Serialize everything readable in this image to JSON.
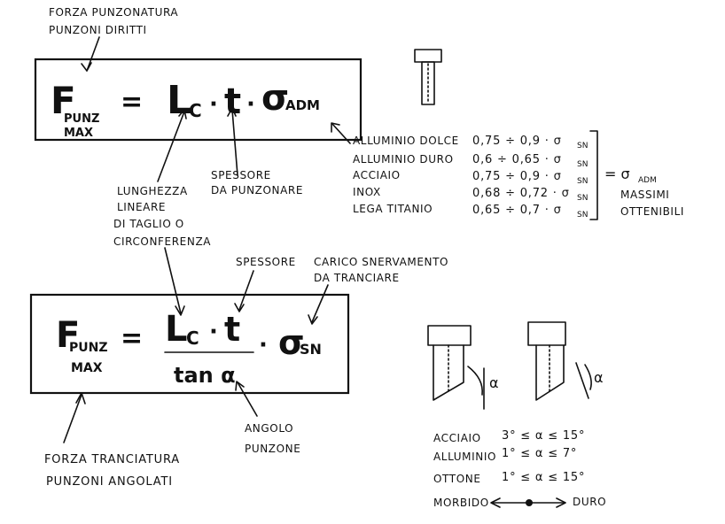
{
  "top": {
    "caption_line1": "FORZA PUNZONATURA",
    "caption_line2": "PUNZONI DIRITTI",
    "formula": {
      "F": "F",
      "F_sub1": "PUNZ",
      "F_sub2": "MAX",
      "eq": "=",
      "L": "L",
      "L_sub": "C",
      "dot": "·",
      "t": "t",
      "sigma": "σ",
      "sigma_sub": "ADM"
    },
    "label_thickness_line1": "SPESSORE",
    "label_thickness_line2": "DA PUNZONARE",
    "label_length_line1": "LUNGHEZZA",
    "label_length_line2": "LINEARE",
    "label_length_line3": "DI TAGLIO O",
    "label_length_line4": "CIRCONFERENZA"
  },
  "materials": {
    "rows": [
      {
        "name": "ALLUMINIO DOLCE",
        "value": "0,75 ÷ 0,9 · σ",
        "sub": "SN"
      },
      {
        "name": "ALLUMINIO DURO",
        "value": "0,6 ÷ 0,65 · σ",
        "sub": "SN"
      },
      {
        "name": "ACCIAIO",
        "value": "0,75 ÷ 0,9 · σ",
        "sub": "SN"
      },
      {
        "name": "INOX",
        "value": "0,68 ÷ 0,72 · σ",
        "sub": "SN"
      },
      {
        "name": "LEGA TITANIO",
        "value": "0,65 ÷ 0,7 · σ",
        "sub": "SN"
      }
    ],
    "result_eq": "= σ",
    "result_sub": "ADM",
    "result_note_line1": "MASSIMI",
    "result_note_line2": "OTTENIBILI"
  },
  "bottom": {
    "label_thickness": "SPESSORE",
    "label_yield_line1": "CARICO SNERVAMENTO",
    "label_yield_line2": "DA TRANCIARE",
    "formula": {
      "F": "F",
      "F_sub1": "PUNZ",
      "F_sub2": "MAX",
      "eq": "=",
      "L": "L",
      "L_sub": "C",
      "dot": "·",
      "t": "t",
      "denominator": "tan α",
      "dot2": "·",
      "sigma": "σ",
      "sigma_sub": "SN"
    },
    "label_angle_line1": "ANGOLO",
    "label_angle_line2": "PUNZONE",
    "caption_line1": "FORZA TRANCIATURA",
    "caption_line2": "PUNZONI ANGOLATI"
  },
  "angles": {
    "alpha": "α",
    "rows": [
      {
        "name": "ACCIAIO",
        "range": "3° ≤ α ≤ 15°"
      },
      {
        "name": "ALLUMINIO",
        "range": "1° ≤ α ≤ 7°"
      },
      {
        "name": "OTTONE",
        "range": "1° ≤ α ≤ 15°"
      }
    ],
    "scale_left": "MORBIDO",
    "scale_right": "DURO"
  }
}
